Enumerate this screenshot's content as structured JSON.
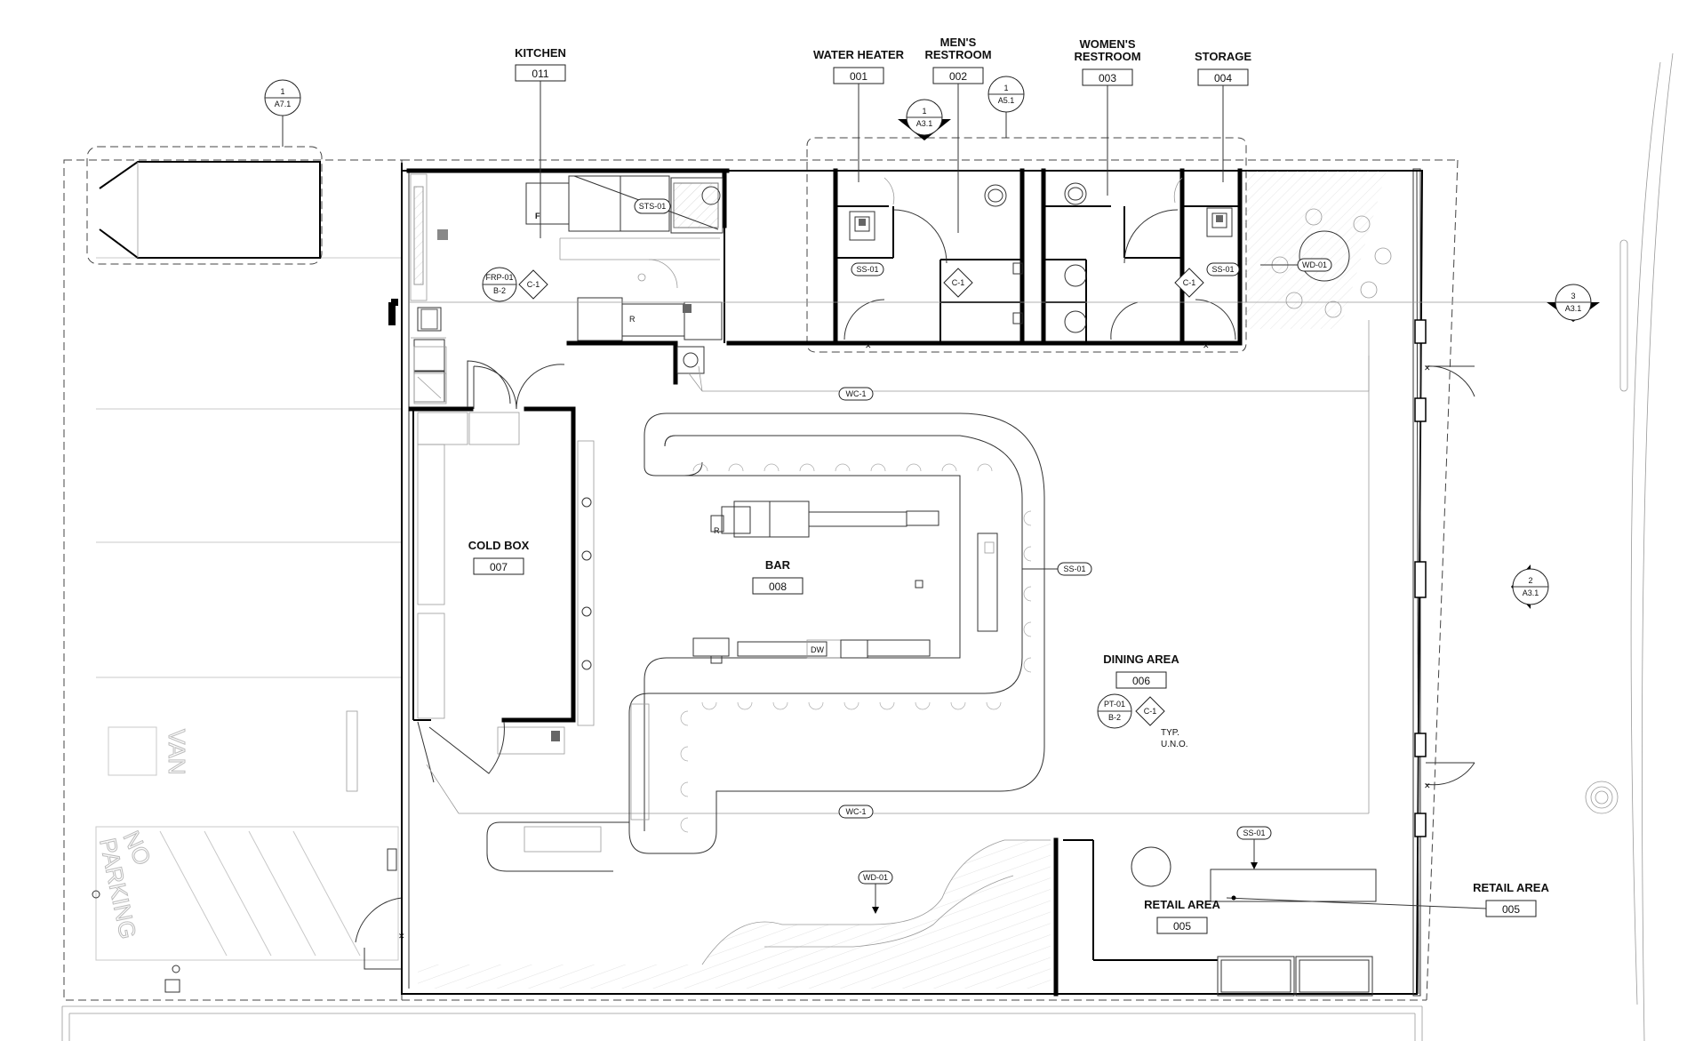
{
  "rooms": [
    {
      "name": "KITCHEN",
      "number": "011"
    },
    {
      "name": "WATER HEATER",
      "number": "001"
    },
    {
      "name_line1": "MEN'S",
      "name_line2": "RESTROOM",
      "number": "002"
    },
    {
      "name_line1": "WOMEN'S",
      "name_line2": "RESTROOM",
      "number": "003"
    },
    {
      "name": "STORAGE",
      "number": "004"
    },
    {
      "name": "COLD BOX",
      "number": "007"
    },
    {
      "name": "BAR",
      "number": "008"
    },
    {
      "name": "DINING AREA",
      "number": "006"
    },
    {
      "name": "RETAIL AREA",
      "number": "005"
    },
    {
      "name": "RETAIL AREA",
      "number": "005"
    }
  ],
  "section_markers": [
    {
      "num": "1",
      "sheet": "A7.1"
    },
    {
      "num": "1",
      "sheet": "A5.1"
    },
    {
      "num": "1",
      "sheet": "A3.1"
    },
    {
      "num": "3",
      "sheet": "A3.1"
    },
    {
      "num": "2",
      "sheet": "A3.1"
    }
  ],
  "finish_tags": {
    "sts": "STS-01",
    "ss": "SS-01",
    "wd": "WD-01",
    "wc": "WC-1",
    "frp": "FRP-01",
    "b2": "B-2",
    "c1": "C-1",
    "pt": "PT-01"
  },
  "equipment_labels": {
    "f": "F",
    "r": "R",
    "dw": "DW"
  },
  "notes": {
    "typ": "TYP.",
    "uno": "U.N.O."
  },
  "site_text": {
    "van": "VAN",
    "no": "NO",
    "parking": "PARKING"
  }
}
